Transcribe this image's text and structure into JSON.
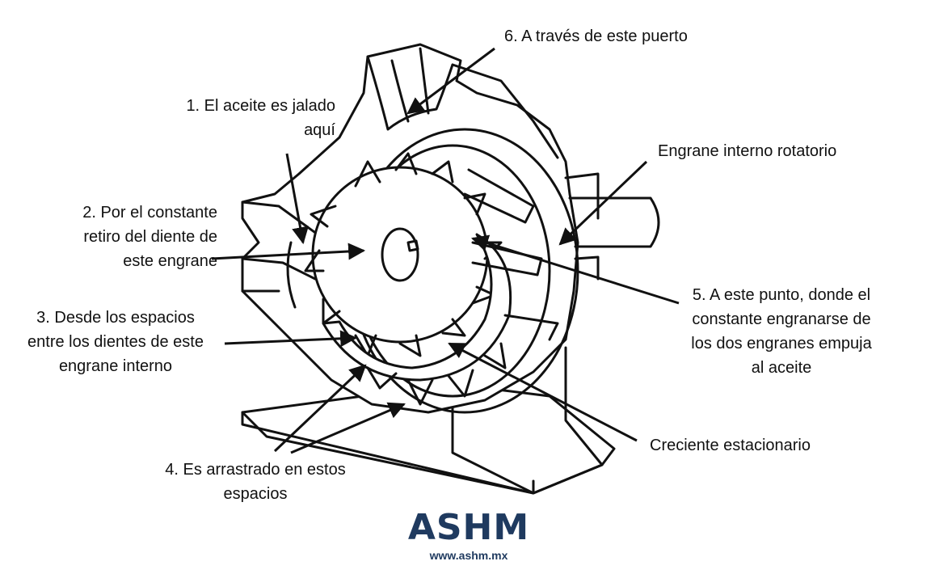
{
  "labels": {
    "l1": {
      "lines": [
        "1. El aceite es jalado",
        "aquí"
      ]
    },
    "l2": {
      "lines": [
        "2. Por el constante",
        "retiro del diente de",
        "este engrane"
      ]
    },
    "l3": {
      "lines": [
        "3. Desde los espacios",
        "entre los dientes de este",
        "engrane interno"
      ]
    },
    "l4": {
      "lines": [
        "4. Es arrastrado en estos",
        "espacios"
      ]
    },
    "l5": {
      "lines": [
        "5. A este punto, donde el",
        "constante engranarse de",
        "los dos engranes empuja",
        "al aceite"
      ]
    },
    "l6": {
      "lines": [
        "6. A través de este puerto"
      ]
    },
    "internal_gear": {
      "lines": [
        "Engrane interno rotatorio"
      ]
    },
    "crescent": {
      "lines": [
        "Creciente estacionario"
      ]
    }
  },
  "logo": {
    "brand": "ASHM",
    "url": "www.ashm.mx"
  },
  "colors": {
    "ink": "#111111",
    "logo": "#1f3a5f"
  }
}
